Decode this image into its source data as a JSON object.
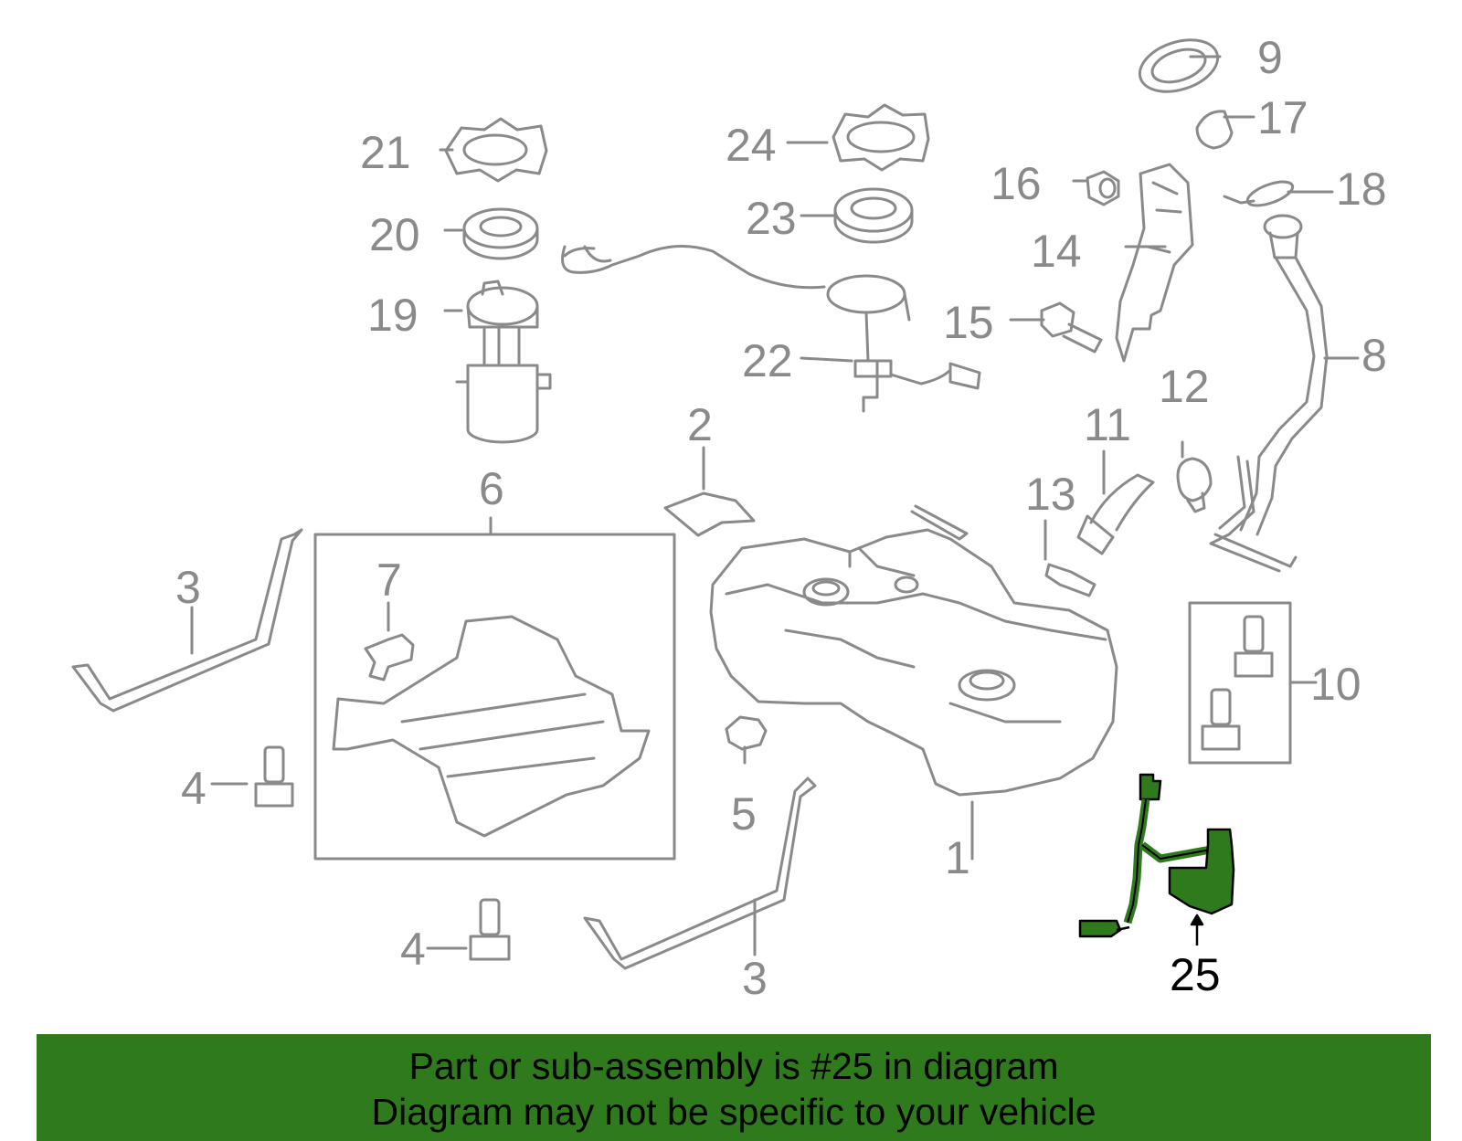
{
  "diagram": {
    "part_labels": [
      "1",
      "2",
      "3",
      "3",
      "4",
      "4",
      "5",
      "6",
      "7",
      "8",
      "9",
      "10",
      "11",
      "12",
      "13",
      "14",
      "15",
      "16",
      "17",
      "18",
      "19",
      "20",
      "21",
      "22",
      "23",
      "24",
      "25"
    ],
    "highlighted_part": "25"
  },
  "caption": {
    "line1": "Part or sub-assembly is #25 in diagram",
    "line2": "Diagram may not be specific to your vehicle"
  },
  "colors": {
    "line_gray": "#8a8a8a",
    "highlight_green": "#2f7a1d",
    "banner_green": "#2f7a1d"
  }
}
